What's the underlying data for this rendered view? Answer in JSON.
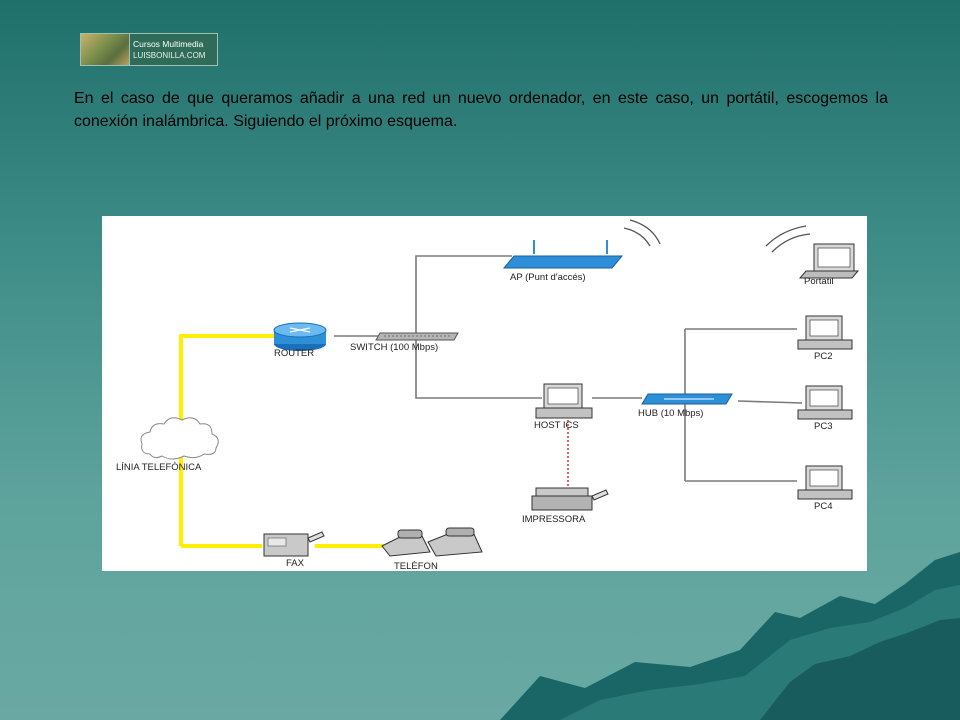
{
  "logo": {
    "line1": "Cursos Multimedia",
    "line2": "LUISBONILLA.COM"
  },
  "intro_text": "En el caso de que queramos añadir a una red un nuevo ordenador, en este caso, un portátil, escogemos la conexión inalámbrica. Siguiendo el próximo esquema.",
  "diagram": {
    "labels": {
      "ap": "AP (Punt d'accés)",
      "portatil": "Portàtil",
      "router": "ROUTER",
      "switch": "SWITCH (100 Mbps)",
      "pc2": "PC2",
      "host": "HOST ICS",
      "hub": "HUB (10 Mbps)",
      "pc3": "PC3",
      "linia": "LÍNIA TELEFÒNICA",
      "pc4": "PC4",
      "impressora": "IMPRESSORA",
      "fax": "FAX",
      "telefon": "TELÈFON"
    },
    "colors": {
      "phone_line": "#ffee00",
      "network_line": "#7a7a7a",
      "printer_link": "#cc2222",
      "device_blue": "#2d8fd8"
    }
  },
  "background": {
    "mountain_color": "#1f6e6e"
  }
}
